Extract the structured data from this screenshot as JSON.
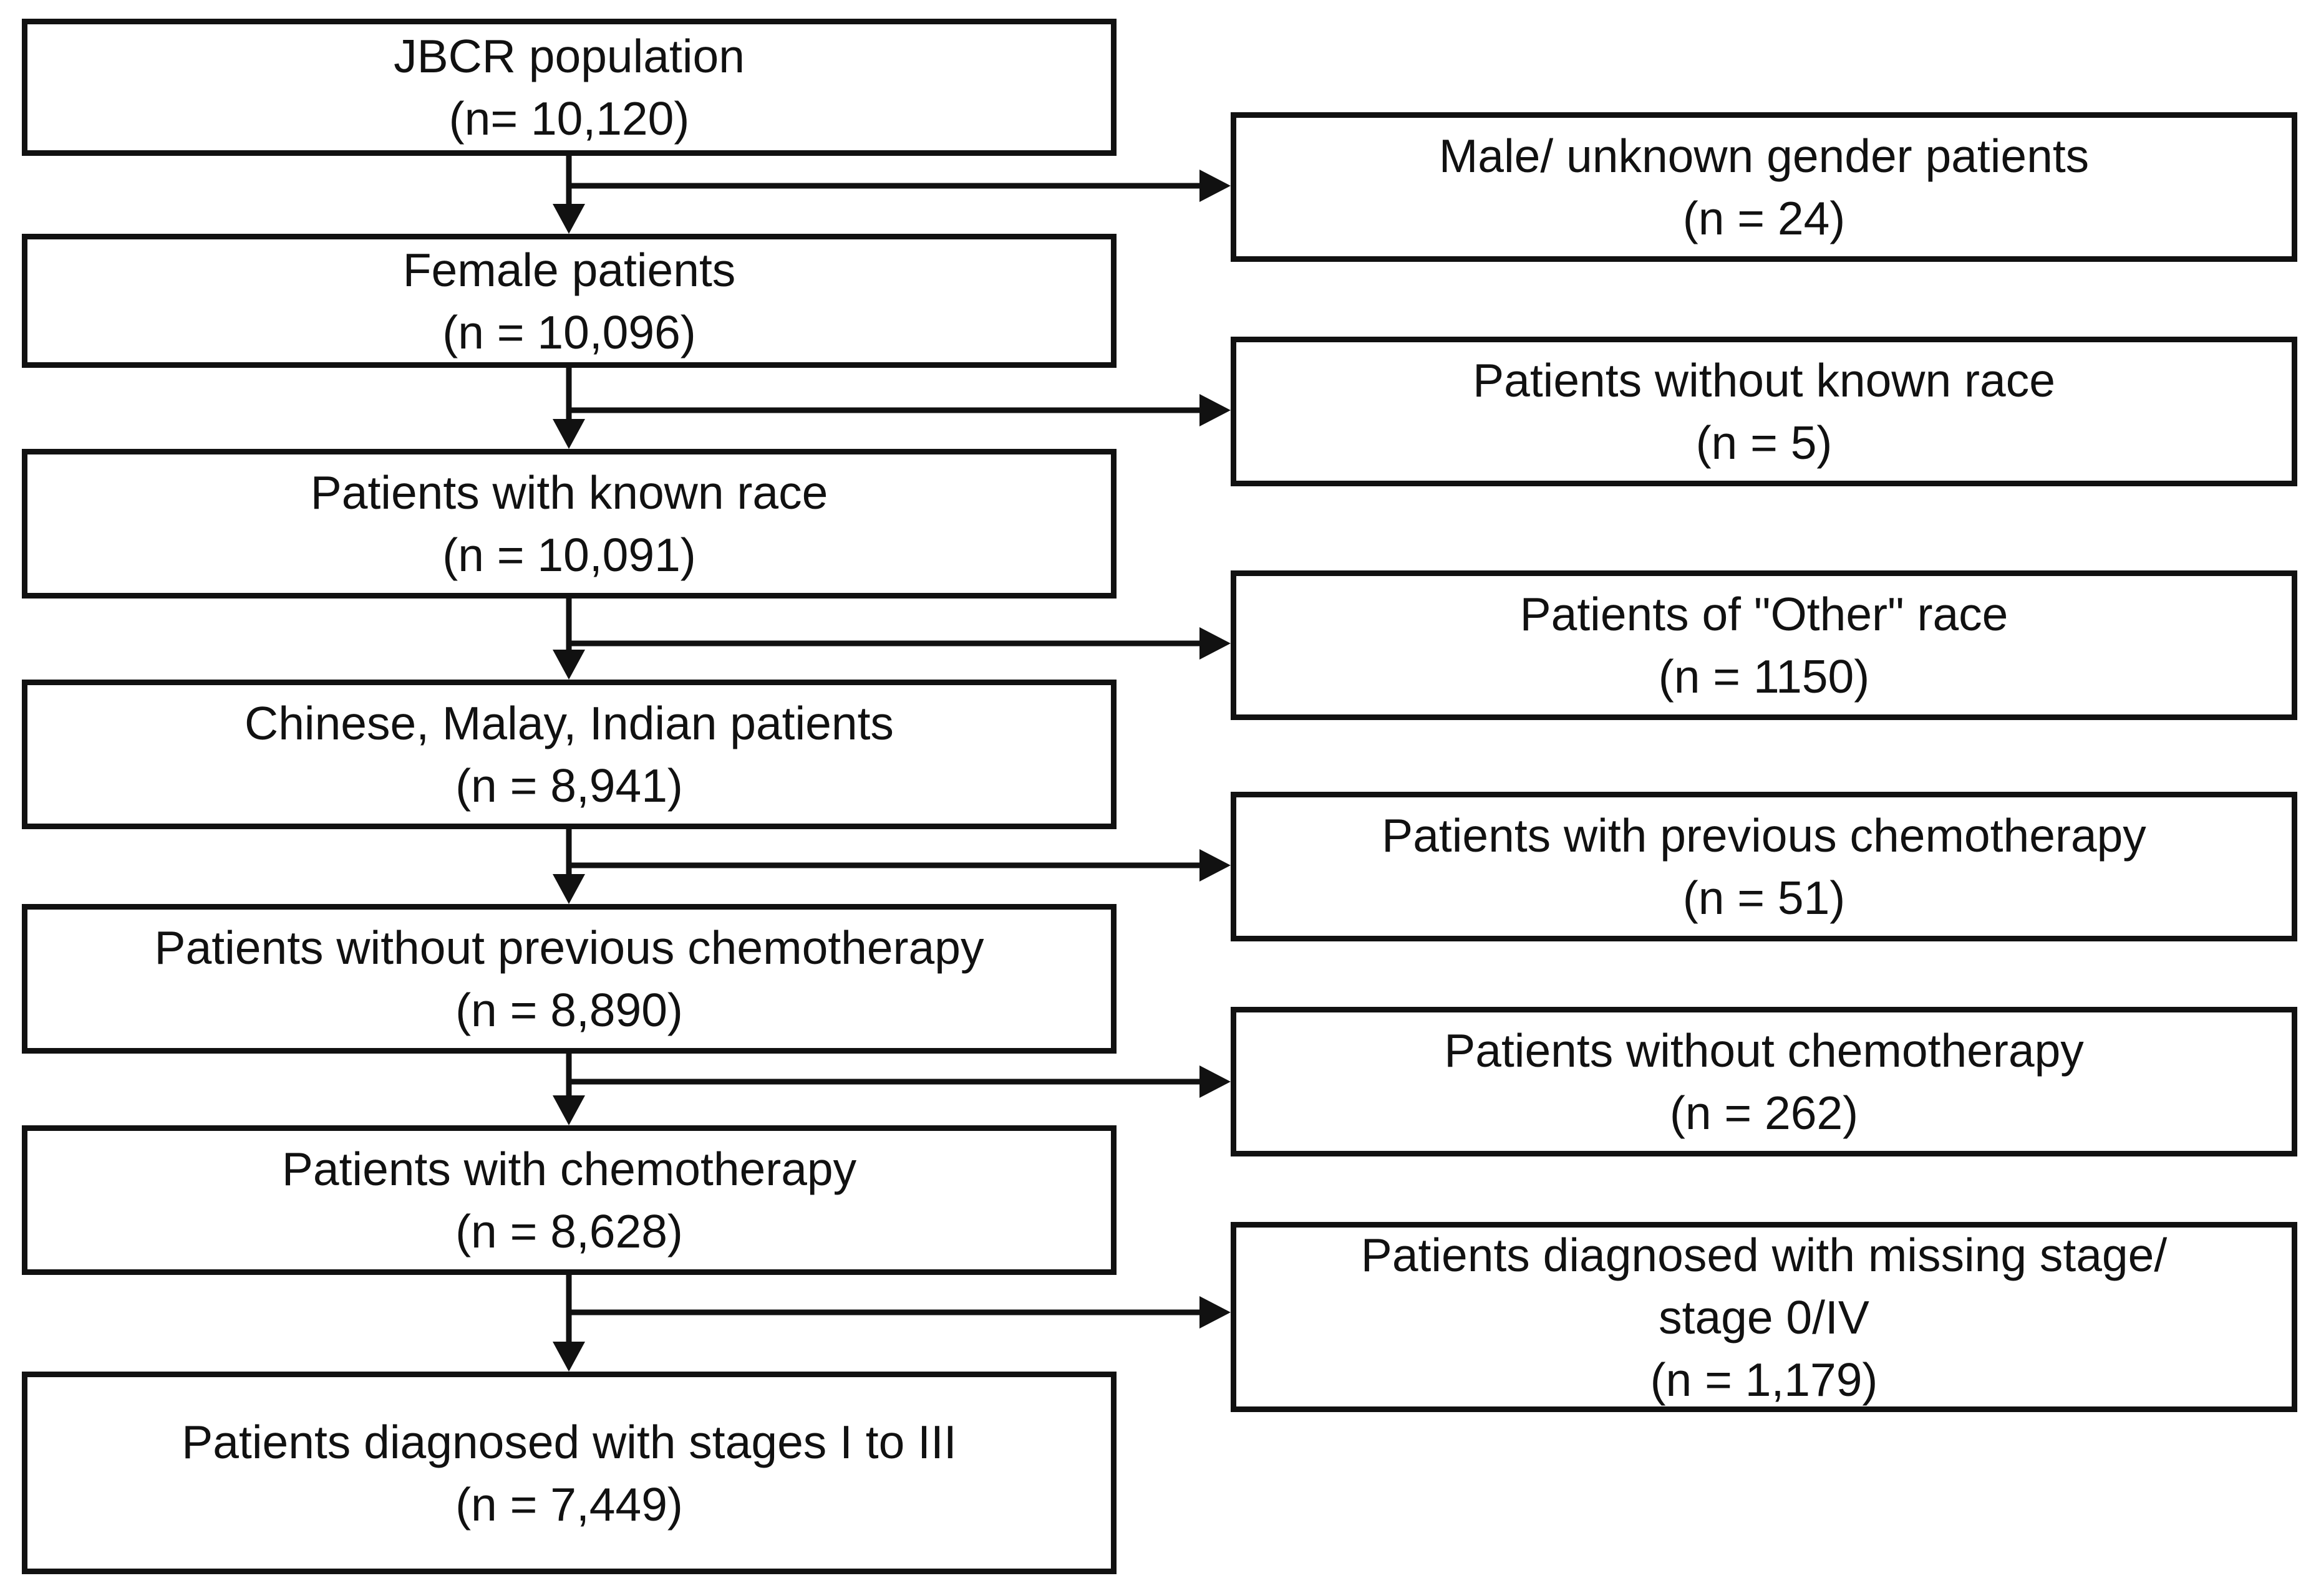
{
  "colors": {
    "stroke": "#111111",
    "background": "#ffffff",
    "text": "#111111"
  },
  "main_flow": [
    {
      "title": "JBCR population",
      "count": "(n= 10,120)"
    },
    {
      "title": "Female patients",
      "count": "(n = 10,096)"
    },
    {
      "title": "Patients with known race",
      "count": "(n = 10,091)"
    },
    {
      "title": "Chinese, Malay, Indian patients",
      "count": "(n = 8,941)"
    },
    {
      "title": "Patients without previous chemotherapy",
      "count": "(n = 8,890)"
    },
    {
      "title": "Patients with chemotherapy",
      "count": "(n = 8,628)"
    },
    {
      "title": "Patients diagnosed with stages I to III",
      "count": "(n = 7,449)"
    }
  ],
  "exclusions": [
    {
      "title": "Male/ unknown gender patients",
      "count": "(n = 24)"
    },
    {
      "title": "Patients without known race",
      "count": "(n = 5)"
    },
    {
      "title": "Patients of \"Other\" race",
      "count": "(n = 1150)"
    },
    {
      "title": "Patients with previous chemotherapy",
      "count": "(n = 51)"
    },
    {
      "title": "Patients without chemotherapy",
      "count": "(n = 262)"
    },
    {
      "title": "Patients diagnosed with missing stage/",
      "title_line2": "stage 0/IV",
      "count": "(n = 1,179)"
    }
  ]
}
